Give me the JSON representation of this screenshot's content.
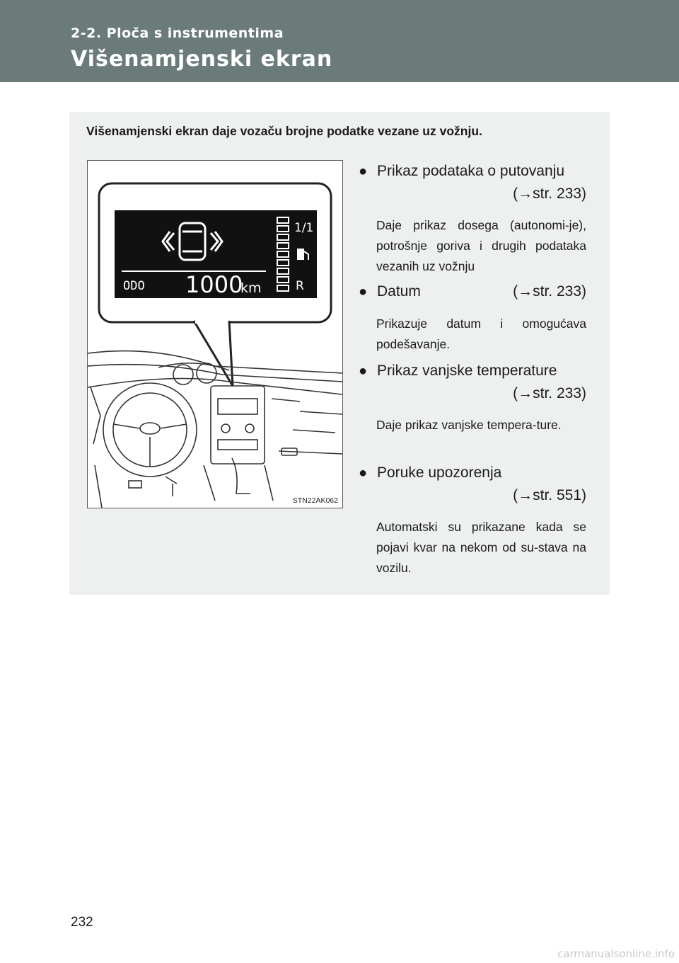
{
  "header": {
    "section": "2-2. Ploča s instrumentima",
    "title": "Višenamjenski ekran"
  },
  "intro": "Višenamjenski ekran daje vozaču brojne podatke vezane uz vožnju.",
  "figure": {
    "code": "STN22AK062",
    "display": {
      "odo_label": "ODO",
      "odo_value": "1000",
      "odo_unit": "km",
      "fuel_label": "1/1",
      "gear": "R"
    }
  },
  "items": [
    {
      "bullet": "●",
      "title": "Prikaz podataka o putovanju",
      "ref": "(→str. 233)",
      "desc": "Daje prikaz dosega (autonomi-je), potrošnje goriva i drugih podataka vezanih uz vožnju"
    },
    {
      "bullet": "●",
      "title": "Datum",
      "ref": "(→str. 233)",
      "desc": "Prikazuje datum i omogućava podešavanje."
    },
    {
      "bullet": "●",
      "title": "Prikaz vanjske temperature",
      "ref": "(→str. 233)",
      "desc": "Daje prikaz vanjske tempera-ture."
    },
    {
      "bullet": "●",
      "title": "Poruke upozorenja",
      "ref": "(→str. 551)",
      "desc": "Automatski su prikazane kada se pojavi kvar na nekom od su-stava na vozilu."
    }
  ],
  "page_number": "232",
  "watermark": "carmanualsonline.info"
}
